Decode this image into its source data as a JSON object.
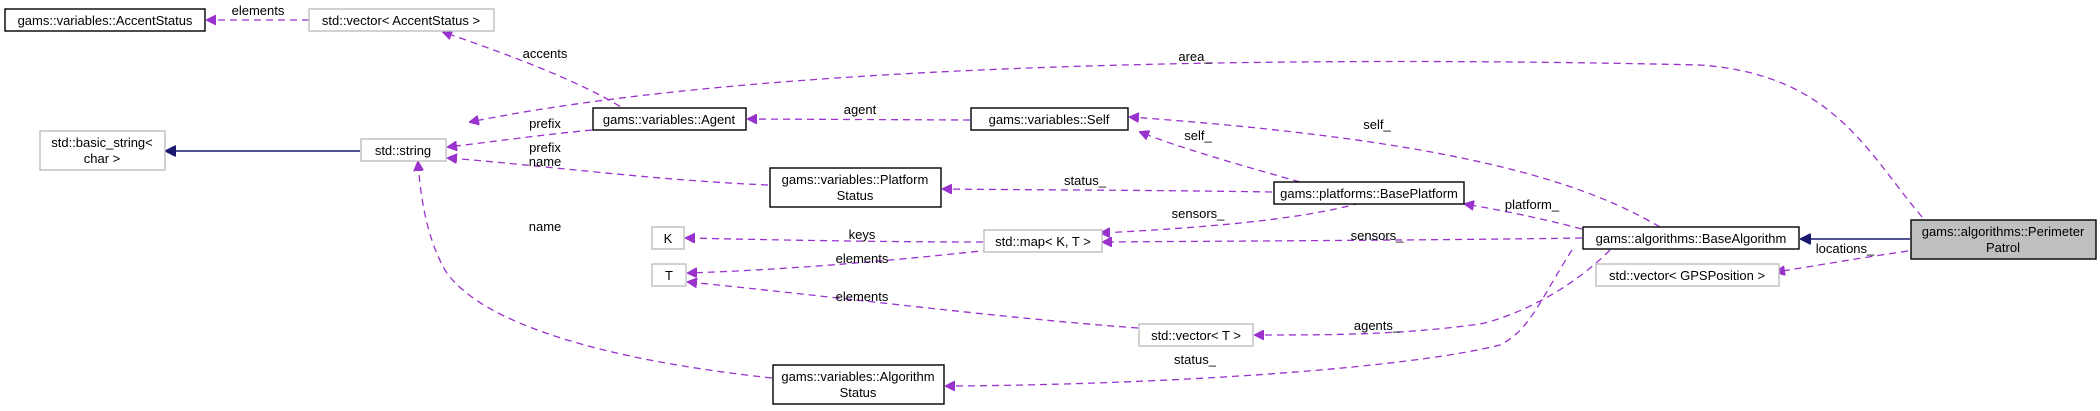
{
  "diagram": {
    "colors": {
      "usage_edge": "#9a32cd",
      "inheritance_edge": "#191970",
      "focus_fill": "#bfbfbf",
      "undocumented_border": "#bfbfbf"
    },
    "nodes": {
      "accent_status": {
        "lines": [
          "gams::variables::AccentStatus"
        ]
      },
      "vector_accent_status": {
        "lines": [
          "std::vector< AccentStatus >"
        ]
      },
      "basic_string_char": {
        "lines": [
          "std::basic_string<",
          "char >"
        ]
      },
      "std_string": {
        "lines": [
          "std::string"
        ]
      },
      "agent": {
        "lines": [
          "gams::variables::Agent"
        ]
      },
      "self": {
        "lines": [
          "gams::variables::Self"
        ]
      },
      "platform_status": {
        "lines": [
          "gams::variables::Platform",
          "Status"
        ]
      },
      "base_platform": {
        "lines": [
          "gams::platforms::BasePlatform"
        ]
      },
      "k": {
        "lines": [
          "K"
        ]
      },
      "t": {
        "lines": [
          "T"
        ]
      },
      "map_k_t": {
        "lines": [
          "std::map< K, T >"
        ]
      },
      "vector_t": {
        "lines": [
          "std::vector< T >"
        ]
      },
      "algorithm_status": {
        "lines": [
          "gams::variables::Algorithm",
          "Status"
        ]
      },
      "base_algorithm": {
        "lines": [
          "gams::algorithms::BaseAlgorithm"
        ]
      },
      "vector_gps_position": {
        "lines": [
          "std::vector< GPSPosition >"
        ]
      },
      "perimeter_patrol": {
        "lines": [
          "gams::algorithms::Perimeter",
          "Patrol"
        ]
      }
    },
    "edge_labels": {
      "elements_accent": "elements",
      "accents": "accents",
      "area": "area_",
      "agent": "agent",
      "prefix_agent": "prefix",
      "prefix_name_1": "prefix",
      "prefix_name_2": "name",
      "self_platform": "self_",
      "self_algorithm": "self_",
      "status_platform": "status_",
      "platform": "platform_",
      "sensors_platform": "sensors_",
      "sensors_algorithm": "sensors_",
      "keys": "keys",
      "elements_map": "elements",
      "elements_vector": "elements",
      "agents": "agents_",
      "locations": "locations_",
      "name_algorithm_status": "name",
      "status_algorithm": "status_"
    }
  }
}
